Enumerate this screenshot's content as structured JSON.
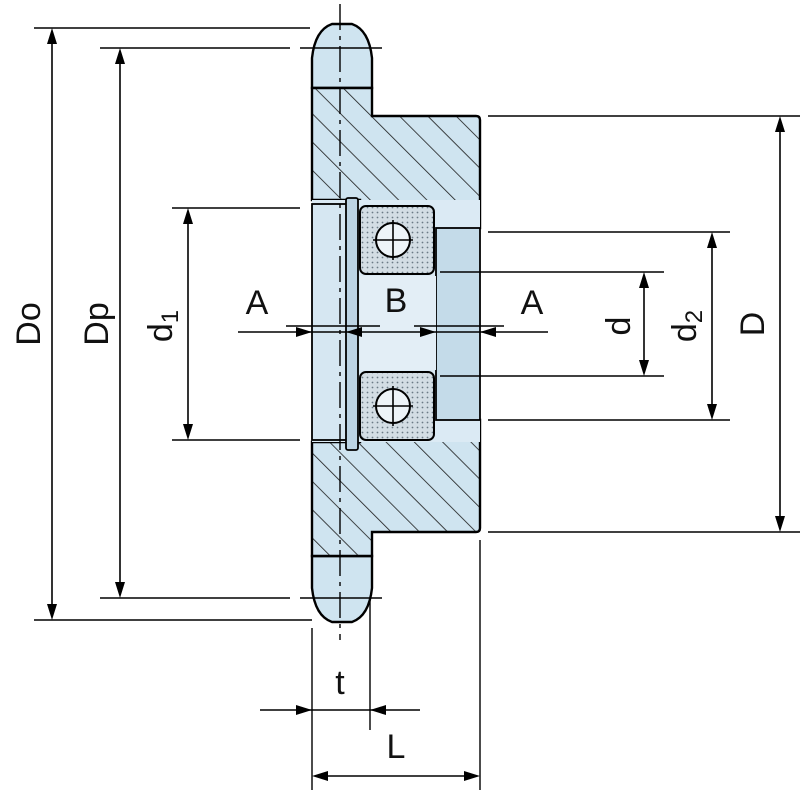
{
  "labels": {
    "Do": "Do",
    "Dp": "Dp",
    "d1": "d",
    "d1_sub": "1",
    "A_left": "A",
    "B": "B",
    "A_right": "A",
    "d": "d",
    "d2": "d",
    "d2_sub": "2",
    "D": "D",
    "t": "t",
    "L": "L"
  },
  "colors": {
    "part_fill": "#cfe4f0",
    "bore_fill": "#dbeaf4",
    "bearing_fill": "#c9d4dc",
    "line": "#000000"
  }
}
